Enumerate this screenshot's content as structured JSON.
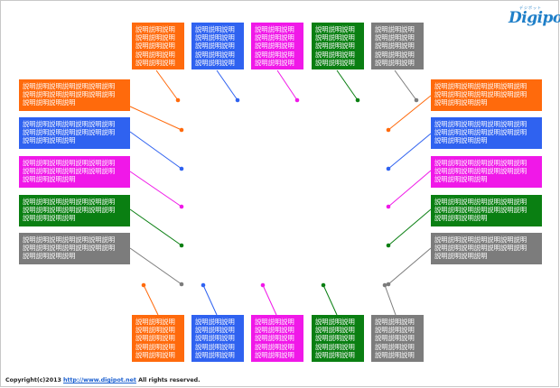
{
  "colors": {
    "orange": "#ff6a0c",
    "blue": "#2f62f0",
    "magenta": "#f018e8",
    "green": "#0a7f12",
    "gray": "#7c7c7c"
  },
  "callouts": {
    "top": [
      {
        "color": "orange",
        "text": "説明説明説明\n説明説明説明\n説明説明説明\n説明説明説明\n説明説明説明"
      },
      {
        "color": "blue",
        "text": "説明説明説明\n説明説明説明\n説明説明説明\n説明説明説明\n説明説明説明"
      },
      {
        "color": "magenta",
        "text": "説明説明説明\n説明説明説明\n説明説明説明\n説明説明説明\n説明説明説明"
      },
      {
        "color": "green",
        "text": "説明説明説明\n説明説明説明\n説明説明説明\n説明説明説明\n説明説明説明"
      },
      {
        "color": "gray",
        "text": "説明説明説明\n説明説明説明\n説明説明説明\n説明説明説明\n説明説明説明"
      }
    ],
    "left": [
      {
        "color": "orange",
        "text": "説明説明説明説明説明説明説明\n説明説明説明説明説明説明説明\n説明説明説明説明"
      },
      {
        "color": "blue",
        "text": "説明説明説明説明説明説明説明\n説明説明説明説明説明説明説明\n説明説明説明説明"
      },
      {
        "color": "magenta",
        "text": "説明説明説明説明説明説明説明\n説明説明説明説明説明説明説明\n説明説明説明説明"
      },
      {
        "color": "green",
        "text": "説明説明説明説明説明説明説明\n説明説明説明説明説明説明説明\n説明説明説明説明"
      },
      {
        "color": "gray",
        "text": "説明説明説明説明説明説明説明\n説明説明説明説明説明説明説明\n説明説明説明説明"
      }
    ],
    "right": [
      {
        "color": "orange",
        "text": "説明説明説明説明説明説明説明\n説明説明説明説明説明説明説明\n説明説明説明説明"
      },
      {
        "color": "blue",
        "text": "説明説明説明説明説明説明説明\n説明説明説明説明説明説明説明\n説明説明説明説明"
      },
      {
        "color": "magenta",
        "text": "説明説明説明説明説明説明説明\n説明説明説明説明説明説明説明\n説明説明説明説明"
      },
      {
        "color": "green",
        "text": "説明説明説明説明説明説明説明\n説明説明説明説明説明説明説明\n説明説明説明説明"
      },
      {
        "color": "gray",
        "text": "説明説明説明説明説明説明説明\n説明説明説明説明説明説明説明\n説明説明説明説明"
      }
    ],
    "bottom": [
      {
        "color": "orange",
        "text": "説明説明説明\n説明説明説明\n説明説明説明\n説明説明説明\n説明説明説明"
      },
      {
        "color": "blue",
        "text": "説明説明説明\n説明説明説明\n説明説明説明\n説明説明説明\n説明説明説明"
      },
      {
        "color": "magenta",
        "text": "説明説明説明\n説明説明説明\n説明説明説明\n説明説明説明\n説明説明説明"
      },
      {
        "color": "green",
        "text": "説明説明説明\n説明説明説明\n説明説明説明\n説明説明説明\n説明説明説明"
      },
      {
        "color": "gray",
        "text": "説明説明説明\n説明説明説明\n説明説明説明\n説明説明説明\n説明説明説明"
      }
    ]
  },
  "logo": {
    "text": "Digipot",
    "subtext": "デジポット"
  },
  "footer": {
    "prefix": "Copyright(c)2013 ",
    "link": "http://www.digipot.net",
    "suffix": " All rights reserved."
  }
}
